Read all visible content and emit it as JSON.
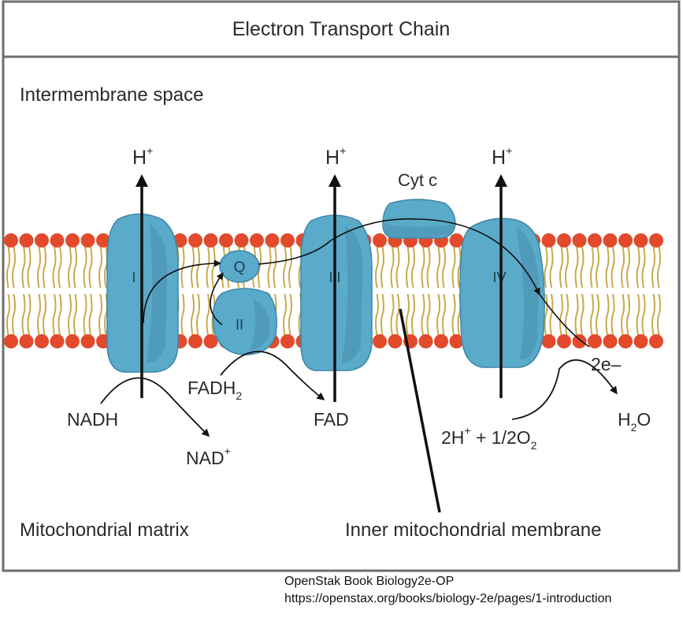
{
  "title": "Electron Transport Chain",
  "regions": {
    "top": "Intermembrane space",
    "bottom": "Mitochondrial matrix",
    "membrane": "Inner mitochondrial membrane"
  },
  "complexes": {
    "c1": "I",
    "c2": "II",
    "q": "Q",
    "c3": "III",
    "cytc": "Cyt c",
    "c4": "IV"
  },
  "proton": {
    "base": "H",
    "sup": "+"
  },
  "molecules": {
    "nadh": "NADH",
    "nad": "NAD",
    "nad_sup": "+",
    "fadh_base": "FADH",
    "fadh_sub": "2",
    "fad": "FAD",
    "electrons": "2e–",
    "water_h": "H",
    "water_sub": "2",
    "water_o": "O",
    "oxygen_pre": "2H",
    "oxygen_sup": "+",
    "oxygen_mid": " + 1/2O",
    "oxygen_sub": "2"
  },
  "credit": {
    "line1": "OpenStak Book Biology2e-OP",
    "line2": "https://openstax.org/books/biology-2e/pages/1-introduction"
  },
  "colors": {
    "protein": "#5aaac9",
    "protein_dark": "#3f86a6",
    "protein_shade": "#4a8fb0",
    "phospholipid_head": "#e24a2b",
    "phospholipid_tail": "#c9a94a",
    "frame": "#6e6e6e",
    "arrow": "#111111"
  }
}
